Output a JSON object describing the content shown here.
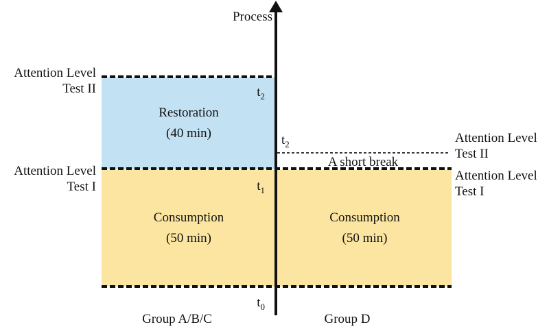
{
  "figure": {
    "axis_label": "Process",
    "markers": {
      "t2_left": {
        "base": "t",
        "sub": "2"
      },
      "t2_right": {
        "base": "t",
        "sub": "2"
      },
      "t1": {
        "base": "t",
        "sub": "1"
      },
      "t0": {
        "base": "t",
        "sub": "0"
      }
    },
    "phases": {
      "restoration_title": "Restoration",
      "restoration_duration": "(40 min)",
      "consumption_left_title": "Consumption",
      "consumption_left_duration": "(50 min)",
      "consumption_right_title": "Consumption",
      "consumption_right_duration": "(50 min)"
    },
    "labels": {
      "left_test2_line1": "Attention Level",
      "left_test2_line2": "Test II",
      "left_test1_line1": "Attention Level",
      "left_test1_line2": "Test I",
      "right_test2_line1": "Attention Level",
      "right_test2_line2": "Test II",
      "right_test1_line1": "Attention Level",
      "right_test1_line2": "Test I",
      "short_break": "A short break"
    },
    "groups": {
      "left": "Group A/B/C",
      "right": "Group D"
    },
    "colors": {
      "restoration_fill": "#c2e1f2",
      "consumption_fill": "#fce5a0",
      "line": "#111111",
      "background": "#ffffff"
    }
  }
}
